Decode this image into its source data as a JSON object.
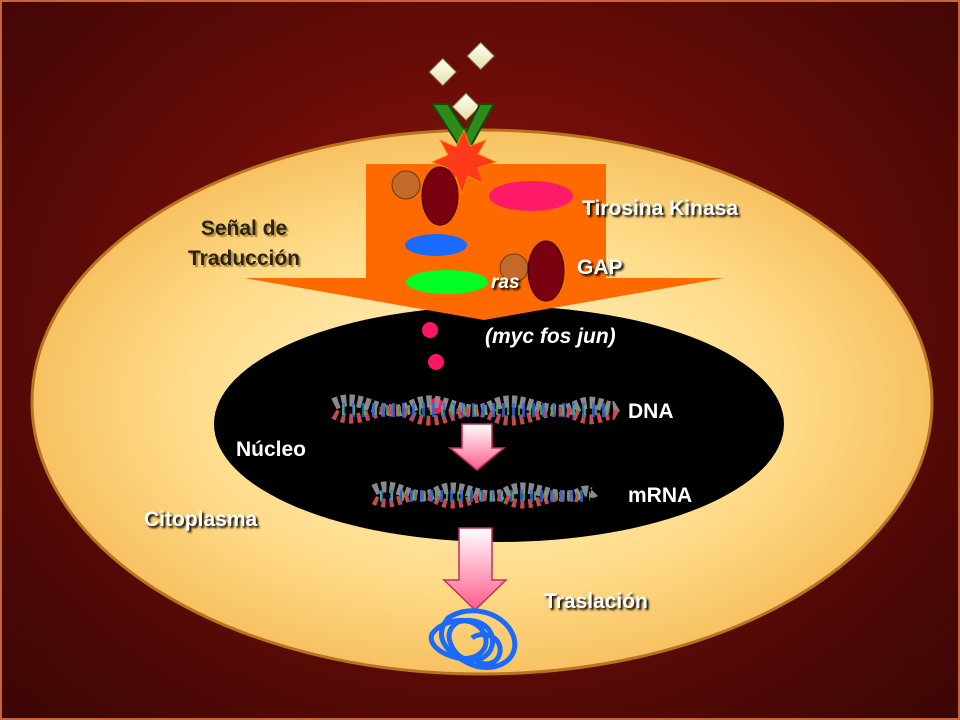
{
  "labels": {
    "signal": "Señal de\nTraducción",
    "tyrosine_kinase": "Tirosina Kinasa",
    "gap": "GAP",
    "ras": "ras",
    "myc_fos_jun": "(myc fos jun)",
    "dna": "DNA",
    "nucleus": "Núcleo",
    "mrna": "mRNA",
    "cytoplasm": "Citoplasma",
    "translation": "Traslación"
  },
  "colors": {
    "background": "#6a0c08",
    "cell_fill": "#ffd98a",
    "nucleus_fill": "#000000",
    "cascade_orange": "#ff6a00",
    "receptor_green": "#2e8b1a",
    "kinase_pink": "#ff1a6a",
    "blue_oval": "#1a6aff",
    "green_oval": "#00ff22",
    "dark_red_oval": "#7a0010",
    "brown_circle": "#c46a28",
    "magenta_dot": "#ff1466",
    "protein_blue": "#1a6aff"
  }
}
